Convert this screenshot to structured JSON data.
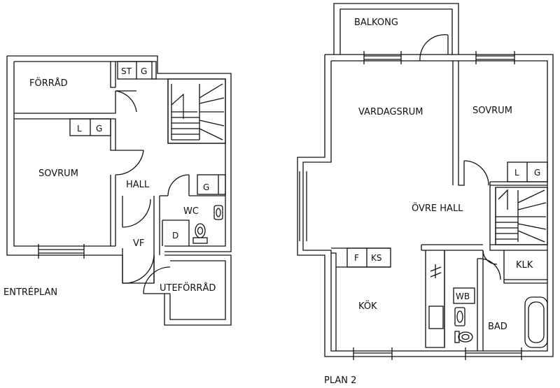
{
  "floor_plans": [
    {
      "caption": "ENTRÉPLAN",
      "rooms": [
        "FÖRRÅD",
        "SOVRUM",
        "HALL",
        "WC",
        "VF",
        "UTEFÖRRÅD"
      ],
      "fixtures": [
        "ST",
        "G",
        "L",
        "G",
        "G",
        "D"
      ]
    },
    {
      "caption": "PLAN 2",
      "rooms": [
        "BALKONG",
        "VARDAGSRUM",
        "SOVRUM",
        "ÖVRE HALL",
        "KLK",
        "KÖK",
        "BAD"
      ],
      "fixtures": [
        "L",
        "G",
        "F",
        "KS",
        "WB"
      ]
    }
  ]
}
